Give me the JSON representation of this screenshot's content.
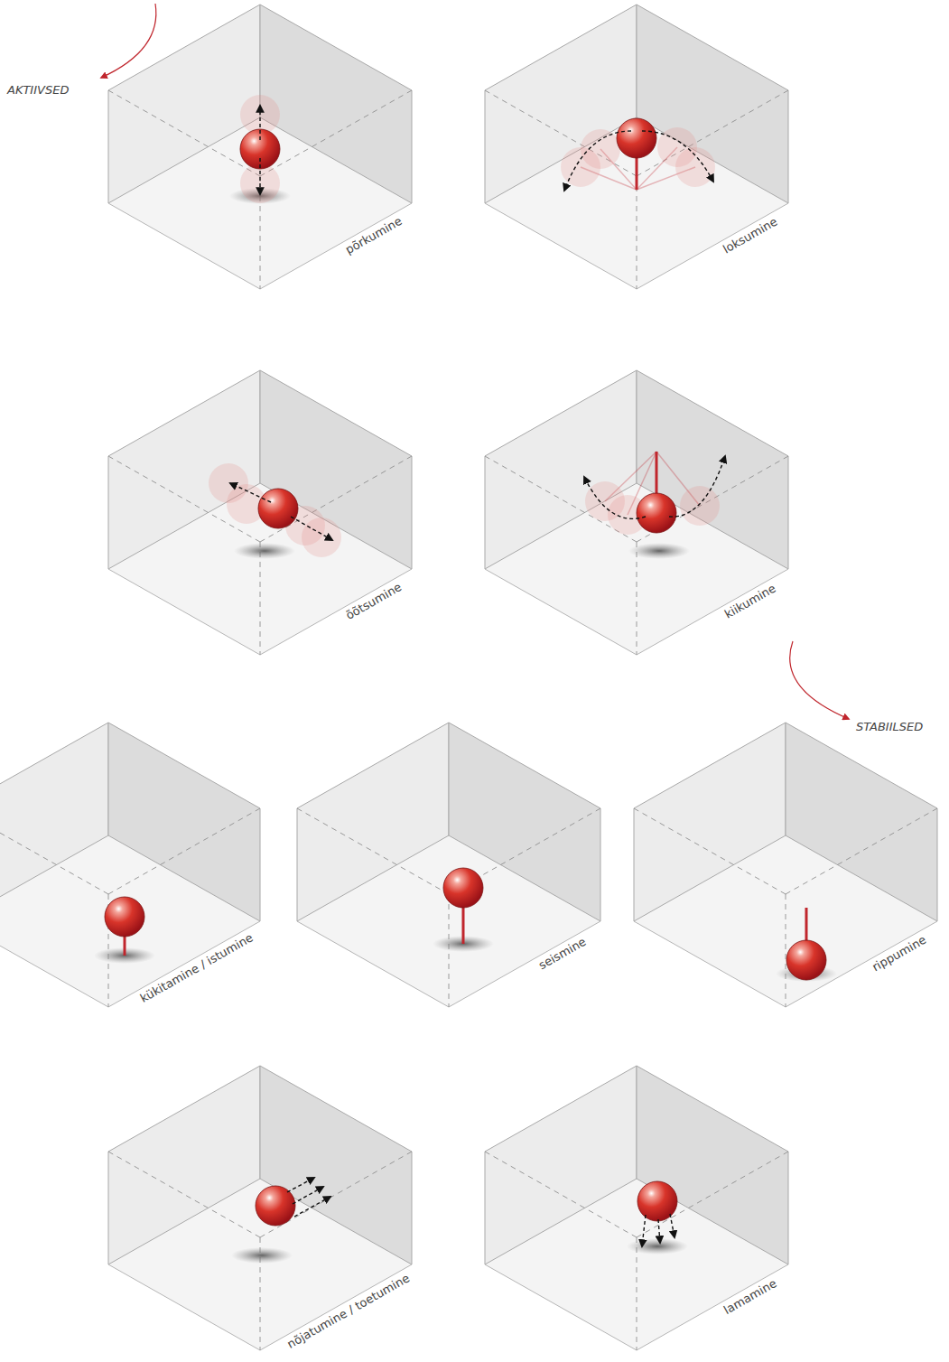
{
  "diagram": {
    "labels": [
      "AKTIIVSED",
      "põrkumine",
      "loksumine",
      "õõtsumine",
      "kiikumine",
      "STABIILSED",
      "kükitamine / istumine",
      "seismine",
      "rippumine",
      "nõjatumine / toetumine",
      "lamamine"
    ]
  }
}
